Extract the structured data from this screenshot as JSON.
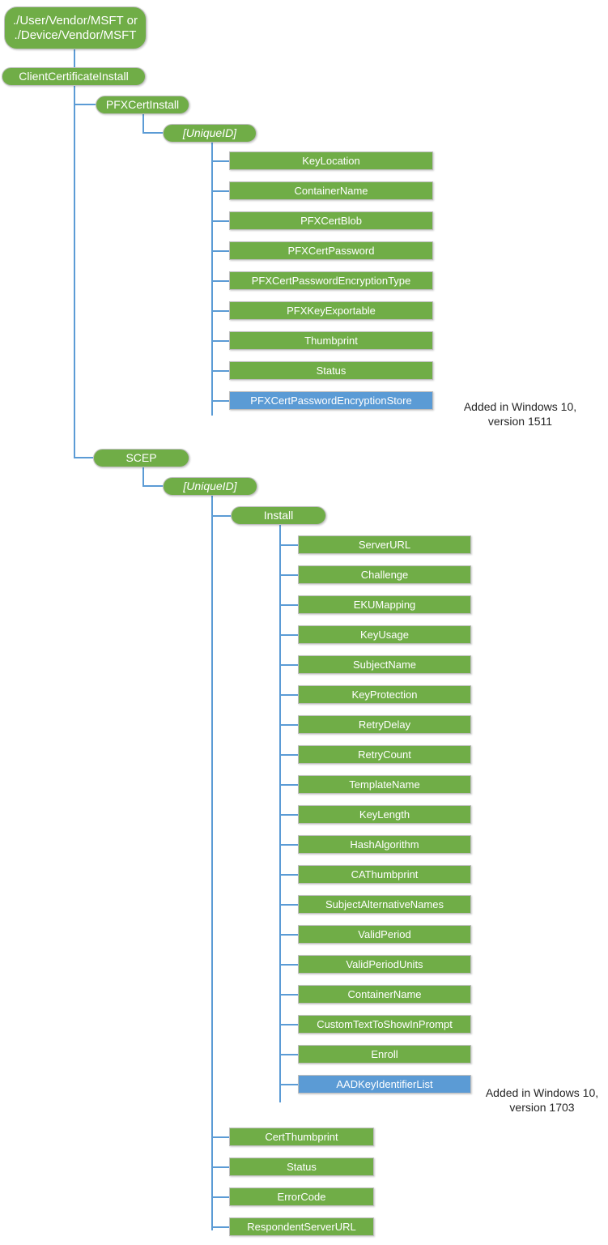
{
  "diagram": {
    "title": "ClientCertificateInstall CSP hierarchy",
    "colors": {
      "node_green": "#70ad47",
      "node_blue": "#5b9bd5",
      "connector": "#5b9bd5",
      "note_text": "#262626",
      "background": "#ffffff"
    }
  },
  "nodes": {
    "root": "./User/Vendor/MSFT or\n./Device/Vendor/MSFT",
    "client_certificate_install": "ClientCertificateInstall",
    "pfx_cert_install": "PFXCertInstall",
    "pfx_unique_id": "[UniqueID]",
    "scep": "SCEP",
    "scep_unique_id": "[UniqueID]",
    "install": "Install"
  },
  "pfx_children": [
    {
      "label": "KeyLocation",
      "color": "green"
    },
    {
      "label": "ContainerName",
      "color": "green"
    },
    {
      "label": "PFXCertBlob",
      "color": "green"
    },
    {
      "label": "PFXCertPassword",
      "color": "green"
    },
    {
      "label": "PFXCertPasswordEncryptionType",
      "color": "green"
    },
    {
      "label": "PFXKeyExportable",
      "color": "green"
    },
    {
      "label": "Thumbprint",
      "color": "green"
    },
    {
      "label": "Status",
      "color": "green"
    },
    {
      "label": "PFXCertPasswordEncryptionStore",
      "color": "blue"
    }
  ],
  "install_children": [
    {
      "label": "ServerURL",
      "color": "green"
    },
    {
      "label": "Challenge",
      "color": "green"
    },
    {
      "label": "EKUMapping",
      "color": "green"
    },
    {
      "label": "KeyUsage",
      "color": "green"
    },
    {
      "label": "SubjectName",
      "color": "green"
    },
    {
      "label": "KeyProtection",
      "color": "green"
    },
    {
      "label": "RetryDelay",
      "color": "green"
    },
    {
      "label": "RetryCount",
      "color": "green"
    },
    {
      "label": "TemplateName",
      "color": "green"
    },
    {
      "label": "KeyLength",
      "color": "green"
    },
    {
      "label": "HashAlgorithm",
      "color": "green"
    },
    {
      "label": "CAThumbprint",
      "color": "green"
    },
    {
      "label": "SubjectAlternativeNames",
      "color": "green"
    },
    {
      "label": "ValidPeriod",
      "color": "green"
    },
    {
      "label": "ValidPeriodUnits",
      "color": "green"
    },
    {
      "label": "ContainerName",
      "color": "green"
    },
    {
      "label": "CustomTextToShowInPrompt",
      "color": "green"
    },
    {
      "label": "Enroll",
      "color": "green"
    },
    {
      "label": "AADKeyIdentifierList",
      "color": "blue"
    }
  ],
  "scep_unique_id_children": [
    {
      "label": "CertThumbprint",
      "color": "green"
    },
    {
      "label": "Status",
      "color": "green"
    },
    {
      "label": "ErrorCode",
      "color": "green"
    },
    {
      "label": "RespondentServerURL",
      "color": "green"
    }
  ],
  "annotations": {
    "pfx_note": "Added in Windows 10,\nversion 1511",
    "aad_note": "Added in Windows 10,\nversion 1703"
  }
}
